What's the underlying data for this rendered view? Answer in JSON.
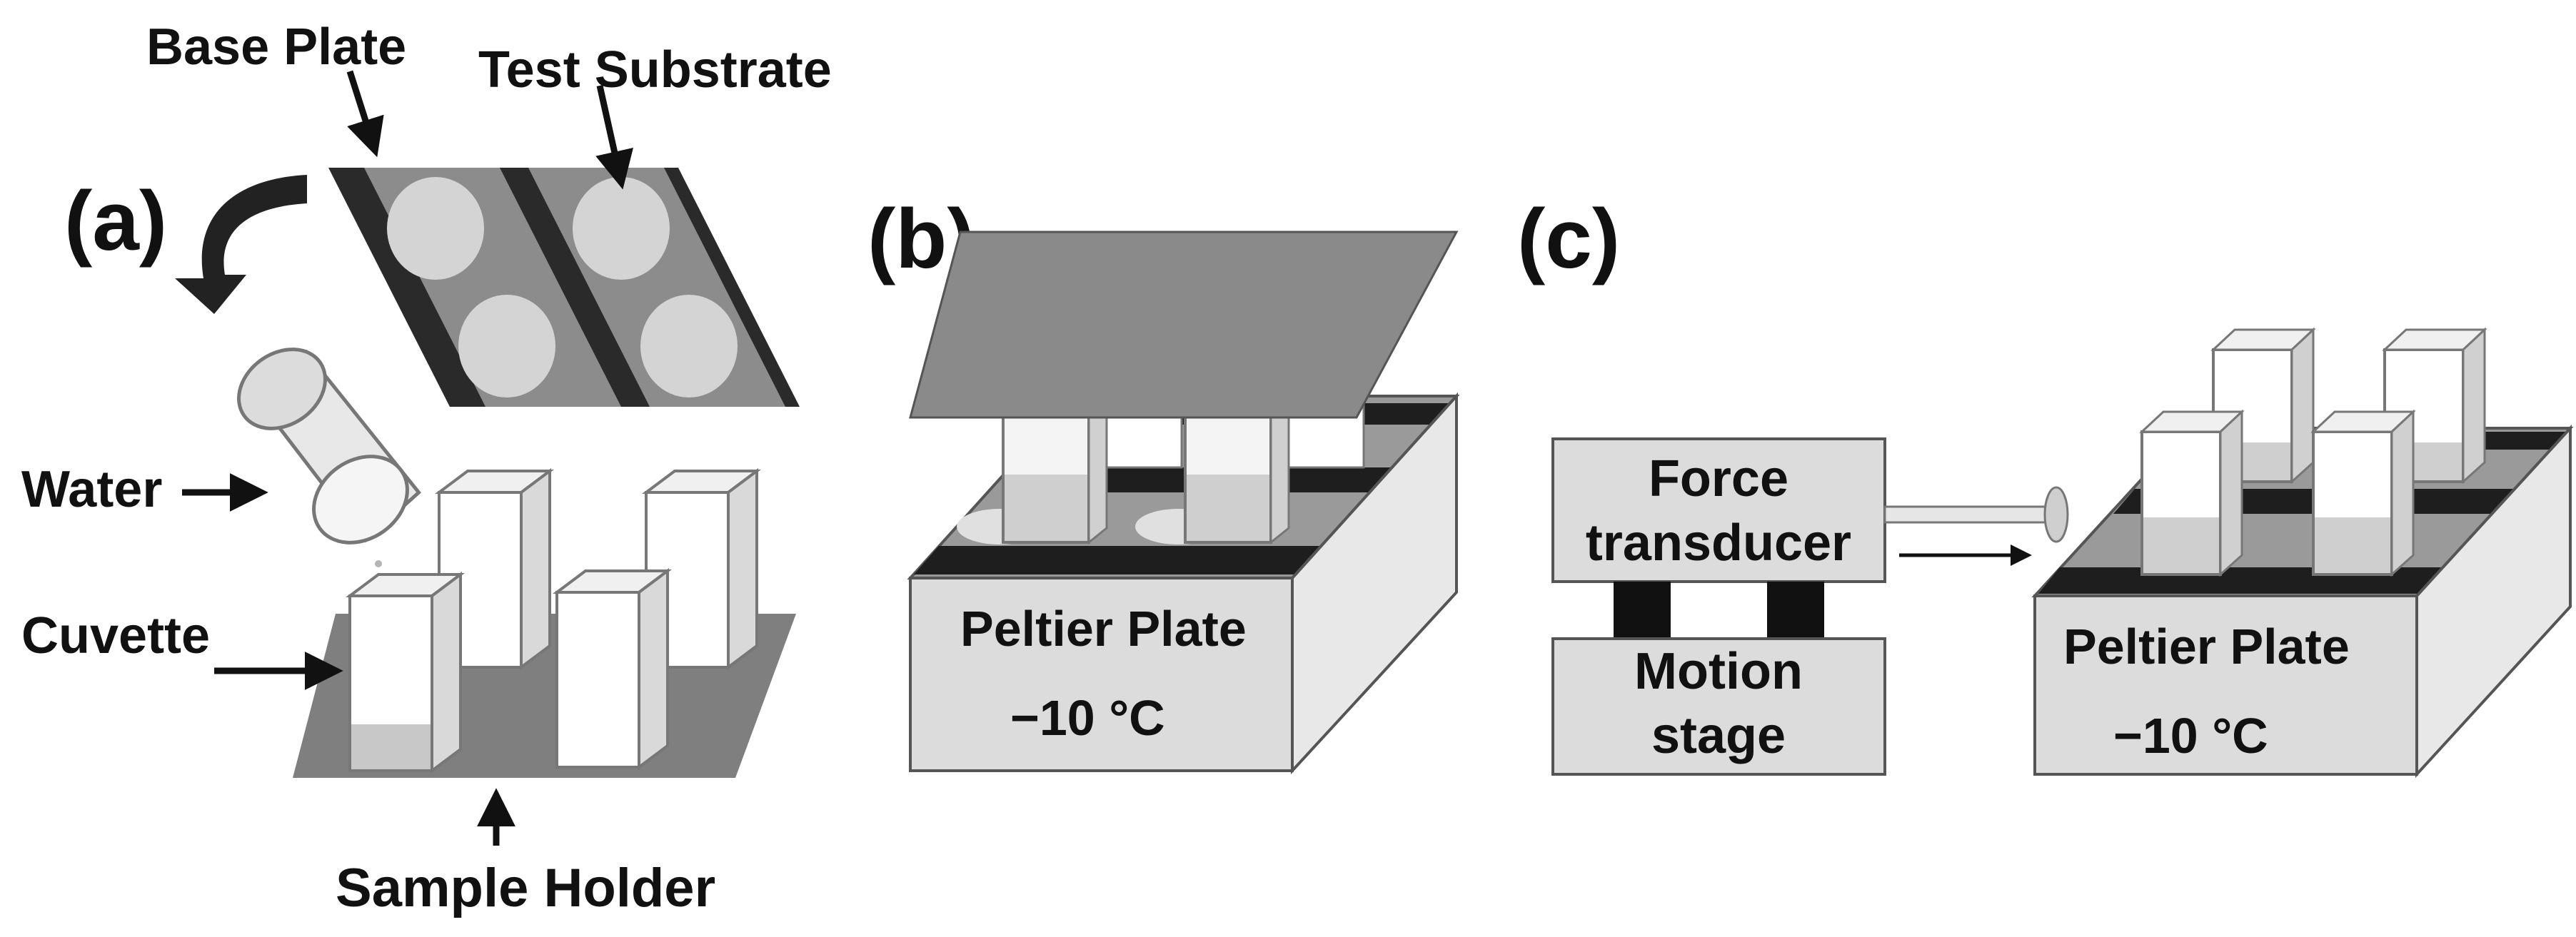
{
  "panel_a": {
    "label": "(a)",
    "base_plate": "Base Plate",
    "test_substrate": "Test Substrate",
    "water": "Water",
    "cuvette": "Cuvette",
    "sample_holder": "Sample Holder"
  },
  "panel_b": {
    "label": "(b)",
    "peltier": "Peltier Plate",
    "temperature": "−10 °C"
  },
  "panel_c": {
    "label": "(c)",
    "force_line1": "Force",
    "force_line2": "transducer",
    "motion_line1": "Motion",
    "motion_line2": "stage",
    "peltier": "Peltier Plate",
    "temperature": "−10 °C"
  },
  "colors": {
    "dark": "#1a1a1a",
    "mid_gray": "#7a7a7a",
    "light_gray": "#d9d9d9",
    "plate_gray": "#8a8a8a"
  }
}
